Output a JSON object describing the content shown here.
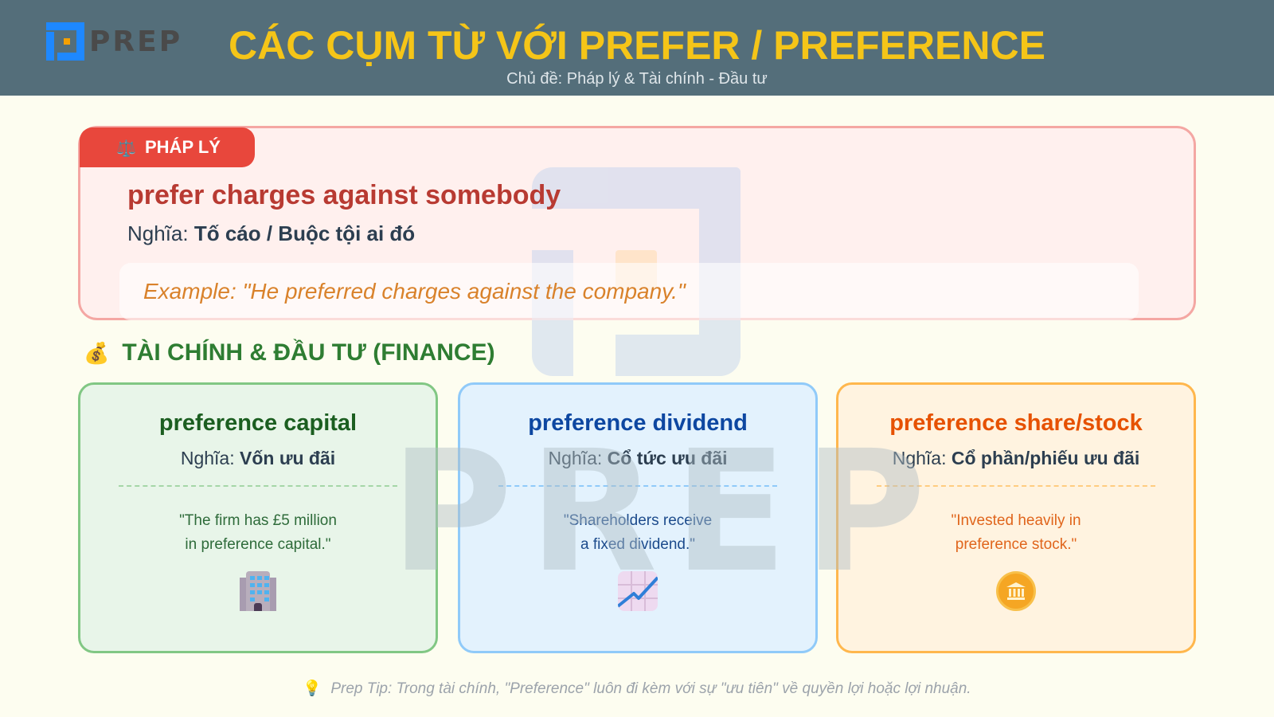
{
  "header": {
    "logo_text": "PREP",
    "title": "CÁC CỤM TỪ VỚI PREFER / PREFERENCE",
    "subtitle": "Chủ đề: Pháp lý & Tài chính - Đầu tư",
    "bg_color": "#546e7a",
    "title_color": "#f5c518"
  },
  "legal": {
    "badge_icon": "⚖️",
    "badge_label": "PHÁP LÝ",
    "term": "prefer charges against somebody",
    "meaning_prefix": "Nghĩa:",
    "meaning": "Tố cáo / Buộc tội ai đó",
    "example": "Example: \"He preferred charges against the company.\""
  },
  "finance": {
    "section_icon": "💰",
    "section_title": "TÀI CHÍNH & ĐẦU TƯ (FINANCE)",
    "cards": [
      {
        "term": "preference capital",
        "meaning_prefix": "Nghĩa:",
        "meaning": "Vốn ưu đãi",
        "example_line1": "\"The firm has £5 million",
        "example_line2": "in preference capital.\"",
        "icon": "office-building-icon"
      },
      {
        "term": "preference dividend",
        "meaning_prefix": "Nghĩa:",
        "meaning": "Cổ tức ưu đãi",
        "example_line1": "\"Shareholders receive",
        "example_line2": "a fixed dividend.\"",
        "icon": "chart-increasing-icon"
      },
      {
        "term": "preference share/stock",
        "meaning_prefix": "Nghĩa:",
        "meaning": "Cổ phần/phiếu ưu đãi",
        "example_line1": "\"Invested heavily in",
        "example_line2": "preference stock.\"",
        "icon": "bank-coin-icon"
      }
    ]
  },
  "tip": {
    "icon": "💡",
    "text": "Prep Tip: Trong tài chính, \"Preference\" luôn đi kèm với sự \"ưu tiên\" về quyền lợi hoặc lợi nhuận."
  },
  "watermark": {
    "text": "PREP"
  }
}
